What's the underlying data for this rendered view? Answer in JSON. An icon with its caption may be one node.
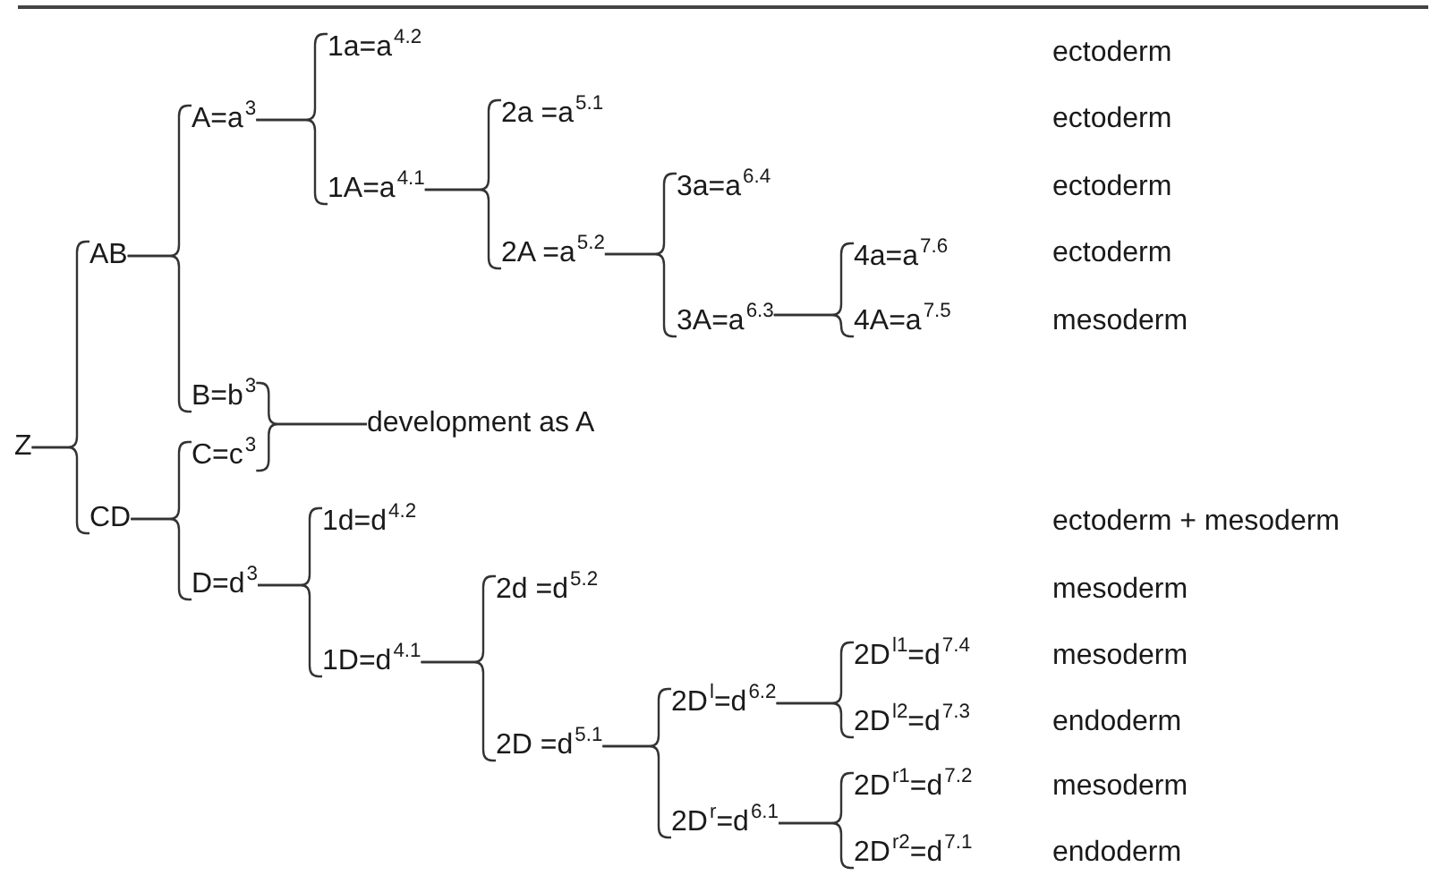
{
  "diagram": {
    "nodes": [
      {
        "text": [
          "Z"
        ]
      },
      {
        "text": [
          "AB"
        ]
      },
      {
        "text": [
          "A=a$^{3}$"
        ]
      },
      {
        "text": [
          "1a=a$^{4.2}$"
        ]
      },
      {
        "text": [
          "2a =a$^{5.1}$"
        ]
      },
      {
        "text": [
          "1A=a$^{4.1}$"
        ]
      },
      {
        "text": [
          "3a=a$^{6.4}$"
        ]
      },
      {
        "text": [
          "2A =a$^{5.2}$"
        ]
      },
      {
        "text": [
          "4a=a$^{7.6}$"
        ]
      },
      {
        "text": [
          "3A=a$^{6.3}$"
        ]
      },
      {
        "text": [
          "4A=a$^{7.5}$"
        ]
      },
      {
        "text": [
          "B=b$^{3}$"
        ]
      },
      {
        "text": [
          "development as A"
        ]
      },
      {
        "text": [
          "C=c$^{3}$"
        ]
      },
      {
        "text": [
          "CD"
        ]
      },
      {
        "text": [
          "1d=d$^{4.2}$"
        ]
      },
      {
        "text": [
          "D=d$^{3}$"
        ]
      },
      {
        "text": [
          "2d =d$^{5.2}$"
        ]
      },
      {
        "text": [
          "1D=d$^{4.1}$"
        ]
      },
      {
        "text": [
          "2D$^{l1}$=d$^{7.4}$"
        ]
      },
      {
        "text": [
          "2D$^{l}$=d$^{6.2}$"
        ]
      },
      {
        "text": [
          "2D$^{l2}$=d$^{7.3}$"
        ]
      },
      {
        "text": [
          "2D =d$^{5.1}$"
        ]
      },
      {
        "text": [
          "2D$^{r1}$=d$^{7.2}$"
        ]
      },
      {
        "text": [
          "2D$^{r}$=d$^{6.1}$"
        ]
      },
      {
        "text": [
          "2D$^{r2}$=d$^{7.1}$"
        ]
      }
    ],
    "labels": [
      "ectoderm",
      "ectoderm",
      "ectoderm",
      "ectoderm",
      "mesoderm",
      "ectoderm + mesoderm",
      "mesoderm",
      "mesoderm",
      "endoderm",
      "mesoderm",
      "endoderm"
    ],
    "edges": [
      {
        "from": 0,
        "to": 1,
        "arrow": "none"
      },
      {
        "from": 0,
        "to": 14,
        "arrow": "none"
      },
      {
        "from": 1,
        "to": 2,
        "arrow": "none"
      },
      {
        "from": 1,
        "to": 11,
        "arrow": "none"
      },
      {
        "from": 2,
        "to": 3,
        "arrow": "none"
      },
      {
        "from": 2,
        "to": 5,
        "arrow": "none"
      },
      {
        "from": 5,
        "to": 4,
        "arrow": "none"
      },
      {
        "from": 5,
        "to": 7,
        "arrow": "none"
      },
      {
        "from": 7,
        "to": 6,
        "arrow": "none"
      },
      {
        "from": 7,
        "to": 9,
        "arrow": "none"
      },
      {
        "from": 9,
        "to": 8,
        "arrow": "none"
      },
      {
        "from": 9,
        "to": 10,
        "arrow": "none"
      },
      {
        "from": 11,
        "to": 12,
        "arrow": "none"
      },
      {
        "from": 13,
        "to": 12,
        "arrow": "none"
      },
      {
        "from": 14,
        "to": 13,
        "arrow": "none"
      },
      {
        "from": 14,
        "to": 16,
        "arrow": "none"
      },
      {
        "from": 16,
        "to": 15,
        "arrow": "none"
      },
      {
        "from": 16,
        "to": 18,
        "arrow": "none"
      },
      {
        "from": 18,
        "to": 17,
        "arrow": "none"
      },
      {
        "from": 18,
        "to": 22,
        "arrow": "none"
      },
      {
        "from": 22,
        "to": 20,
        "arrow": "none"
      },
      {
        "from": 22,
        "to": 24,
        "arrow": "none"
      },
      {
        "from": 20,
        "to": 19,
        "arrow": "none"
      },
      {
        "from": 20,
        "to": 21,
        "arrow": "none"
      },
      {
        "from": 24,
        "to": 23,
        "arrow": "none"
      },
      {
        "from": 24,
        "to": 25,
        "arrow": "none"
      }
    ]
  }
}
